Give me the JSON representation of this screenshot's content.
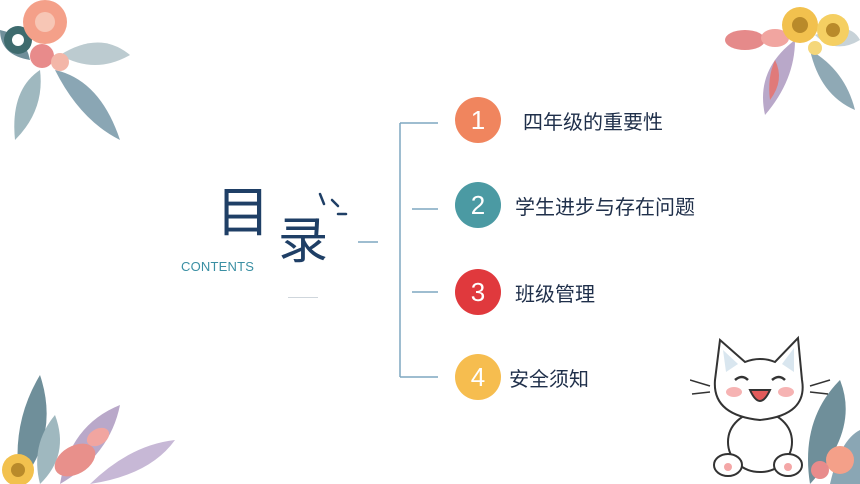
{
  "title": {
    "char1": "目",
    "char2": "录",
    "subtitle": "CONTENTS"
  },
  "items": [
    {
      "number": "1",
      "label": "四年级的重要性",
      "color": "#f0855e"
    },
    {
      "number": "2",
      "label": "学生进步与存在问题",
      "color": "#4b9aa3"
    },
    {
      "number": "3",
      "label": "班级管理",
      "color": "#e0393d"
    },
    {
      "number": "4",
      "label": "安全须知",
      "color": "#f6bd4f"
    }
  ],
  "colors": {
    "title": "#1f3f66",
    "subtitle": "#3a8fa3",
    "connector": "#7fa7c0"
  }
}
